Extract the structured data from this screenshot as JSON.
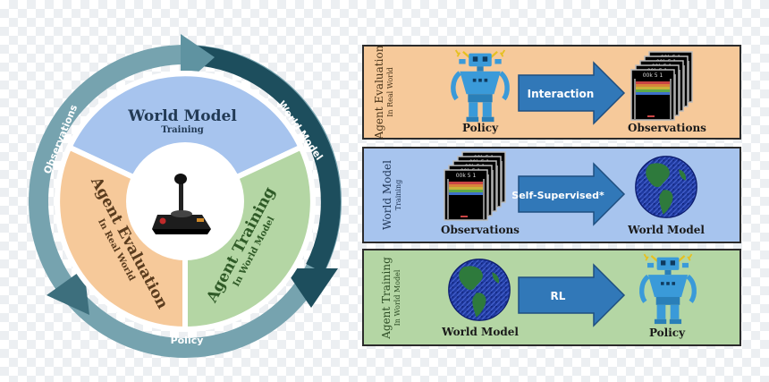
{
  "cycle": {
    "world_model_title": "World Model",
    "world_model_sub": "Training",
    "agent_eval_title": "Agent Evaluation",
    "agent_eval_sub": "In Real World",
    "agent_train_title": "Agent Training",
    "agent_train_sub": "In World Model",
    "ring_observations": "Observations",
    "ring_world_model": "World Model",
    "ring_policy": "Policy"
  },
  "panels": [
    {
      "side_title": "Agent Evaluation",
      "side_sub": "In Real World",
      "left_label": "Policy",
      "arrow_label": "Interaction",
      "right_label": "Observations",
      "color": "#f6c99a"
    },
    {
      "side_title": "World Model",
      "side_sub": "Training",
      "left_label": "Observations",
      "arrow_label": "Self-Supervised*",
      "right_label": "World Model",
      "color": "#a7c4ee"
    },
    {
      "side_title": "Agent Training",
      "side_sub": "In World Model",
      "left_label": "World Model",
      "arrow_label": "RL",
      "right_label": "Policy",
      "color": "#b4d6a4"
    }
  ],
  "game_screen_text": "00k 5 1",
  "icons": [
    "robot-icon",
    "game-screen-stack-icon",
    "earth-globe-icon",
    "joystick-icon"
  ],
  "colors": {
    "ring_light": "#76a3af",
    "ring_dark": "#1d4e5d",
    "arrow_blue": "#3178b8",
    "panel_border": "#2b2b2b"
  }
}
